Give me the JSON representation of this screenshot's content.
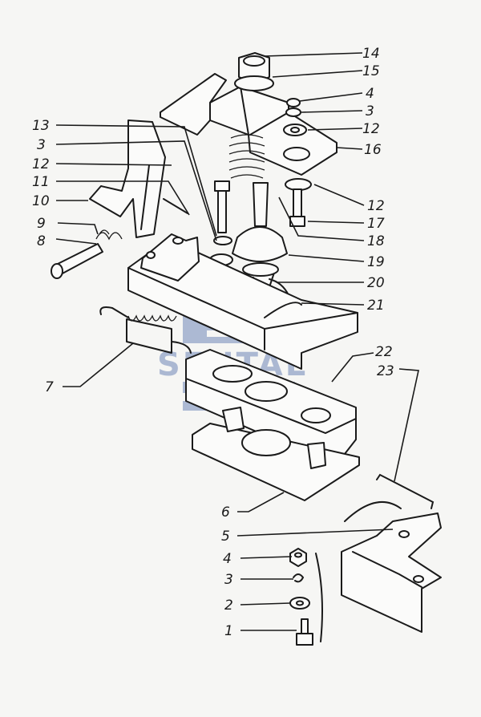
{
  "callouts": [
    {
      "id": "14",
      "text": "14"
    },
    {
      "id": "15",
      "text": "15"
    },
    {
      "id": "4a",
      "text": "4"
    },
    {
      "id": "3a",
      "text": "3"
    },
    {
      "id": "12a",
      "text": "12"
    },
    {
      "id": "16",
      "text": "16"
    },
    {
      "id": "13",
      "text": "13"
    },
    {
      "id": "3b",
      "text": "3"
    },
    {
      "id": "12b",
      "text": "12"
    },
    {
      "id": "11",
      "text": "11"
    },
    {
      "id": "10",
      "text": "10"
    },
    {
      "id": "9",
      "text": "9"
    },
    {
      "id": "8",
      "text": "8"
    },
    {
      "id": "12c",
      "text": "12"
    },
    {
      "id": "17",
      "text": "17"
    },
    {
      "id": "18",
      "text": "18"
    },
    {
      "id": "19",
      "text": "19"
    },
    {
      "id": "20",
      "text": "20"
    },
    {
      "id": "21",
      "text": "21"
    },
    {
      "id": "22",
      "text": "22"
    },
    {
      "id": "23",
      "text": "23"
    },
    {
      "id": "7",
      "text": "7"
    },
    {
      "id": "6",
      "text": "6"
    },
    {
      "id": "5",
      "text": "5"
    },
    {
      "id": "4b",
      "text": "4"
    },
    {
      "id": "3c",
      "text": "3"
    },
    {
      "id": "2",
      "text": "2"
    },
    {
      "id": "1",
      "text": "1"
    }
  ],
  "watermark": {
    "text": "SENTAL",
    "color": "#6f86b8"
  },
  "colors": {
    "ink": "#1a1a1a",
    "paper": "#f6f6f4"
  }
}
